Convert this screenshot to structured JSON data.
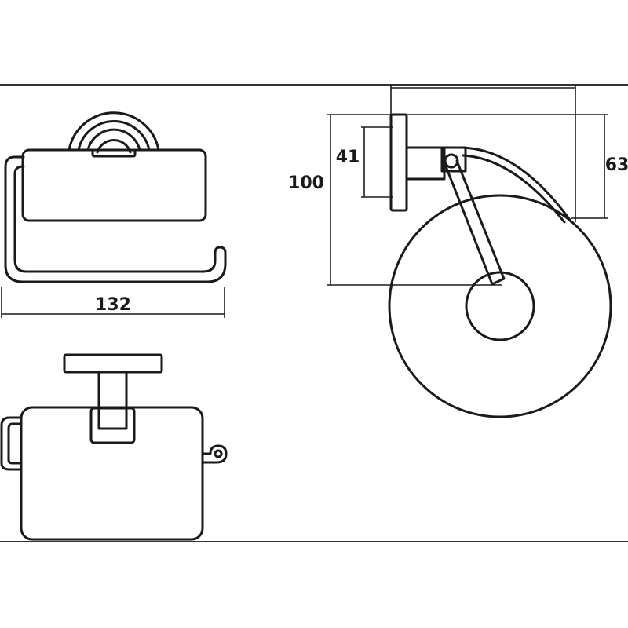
{
  "dimensions": {
    "width_front": "132",
    "plate_height": "41",
    "total_height": "100",
    "depth_side": "63"
  }
}
